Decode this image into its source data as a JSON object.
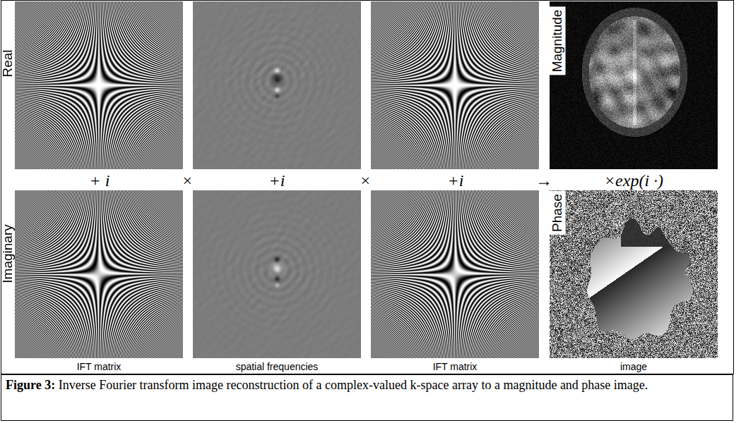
{
  "diagram": {
    "caption": "Figure 3: Inverse Fourier transform image reconstruction of a complex-valued k-space array to a magnitude and phase image.",
    "labels": [
      "Real",
      "Imaginary",
      "+ i",
      "×",
      "+i",
      "×",
      "+i",
      "→",
      "Magnitude",
      "×exp(i ·)",
      "Phase",
      "IFT matrix",
      "spatial frequencies",
      "IFT matrix",
      "image"
    ]
  }
}
